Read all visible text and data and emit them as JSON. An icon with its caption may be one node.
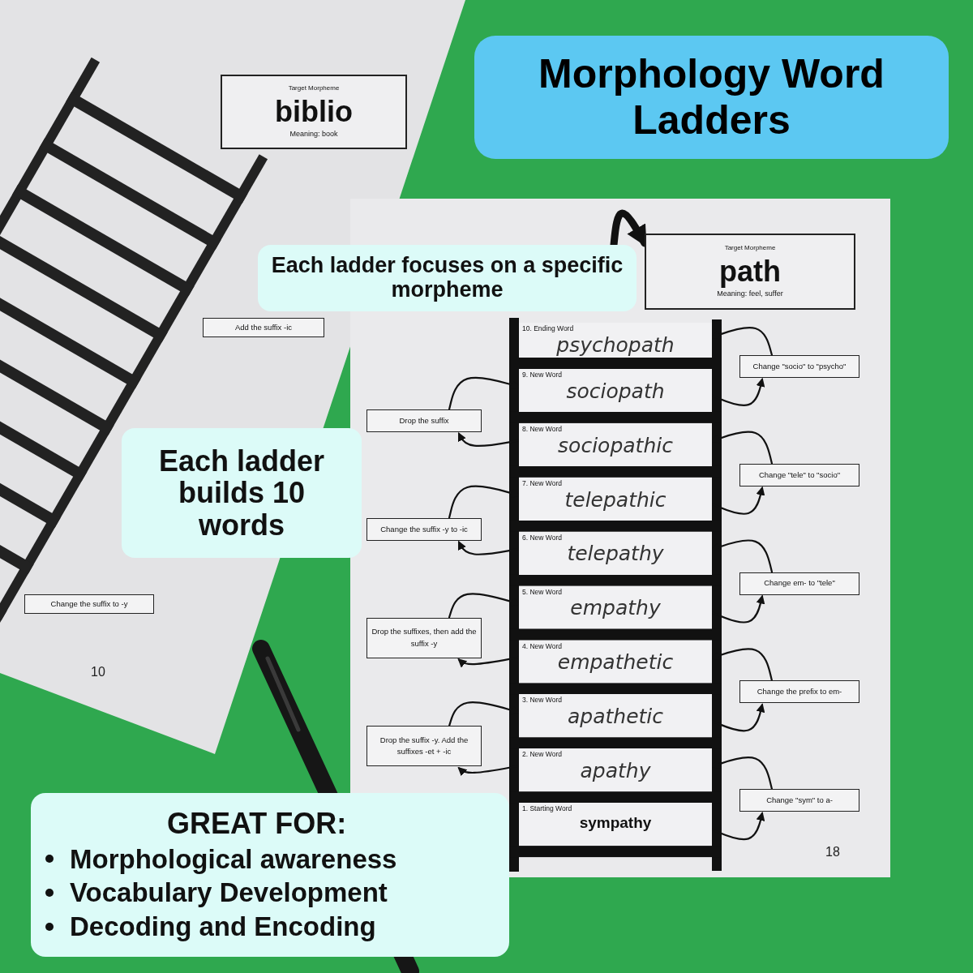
{
  "diagram": {
    "title": "Morphology Word Ladders",
    "nodes": [
      {
        "text": [
          "Each ladder focuses on a specific morpheme"
        ]
      },
      {
        "text": [
          "Target Morpheme",
          "path",
          "Meaning: feel, suffer"
        ]
      },
      {
        "text": [
          "Each ladder builds 10 words"
        ]
      },
      {
        "text": [
          "GREAT FOR:",
          "Morphological awareness",
          "Vocabulary Development",
          "Decoding and Encoding"
        ]
      },
      {
        "text": [
          "10. Ending Word",
          "psychopath"
        ]
      },
      {
        "text": [
          "9. New Word",
          "sociopath"
        ]
      },
      {
        "text": [
          "8. New Word",
          "sociopathic"
        ]
      },
      {
        "text": [
          "7. New Word",
          "telepathic"
        ]
      },
      {
        "text": [
          "6. New Word",
          "telepathy"
        ]
      },
      {
        "text": [
          "5. New Word",
          "empathy"
        ]
      },
      {
        "text": [
          "4. New Word",
          "empathetic"
        ]
      },
      {
        "text": [
          "3. New Word",
          "apathetic"
        ]
      },
      {
        "text": [
          "2. New Word",
          "apathy"
        ]
      },
      {
        "text": [
          "1. Starting Word",
          "sympathy"
        ]
      },
      {
        "text": [
          "Change \"socio\" to \"psycho\""
        ]
      },
      {
        "text": [
          "Drop the suffix"
        ]
      },
      {
        "text": [
          "Change \"tele\" to \"socio\""
        ]
      },
      {
        "text": [
          "Change the suffix -y to -ic"
        ]
      },
      {
        "text": [
          "Change em- to \"tele\""
        ]
      },
      {
        "text": [
          "Drop the suffixes, then add the suffix -y"
        ]
      },
      {
        "text": [
          "Change the prefix to em-"
        ]
      },
      {
        "text": [
          "Drop the suffix -y. Add the suffixes -et + -ic"
        ]
      },
      {
        "text": [
          "Change \"sym\" to a-"
        ]
      },
      {
        "text": [
          "Target Morpheme",
          "biblio",
          "Meaning: book"
        ]
      },
      {
        "text": [
          "Add the suffix -ic"
        ]
      },
      {
        "text": [
          "Change the suffix to -y"
        ]
      }
    ],
    "edges": [
      {
        "from": 0,
        "to": 1,
        "arrow": "to",
        "style": "thick"
      },
      {
        "from": 13,
        "to": 22,
        "arrow": "to"
      },
      {
        "from": 22,
        "to": 12,
        "arrow": "to"
      },
      {
        "from": 12,
        "to": 21,
        "arrow": "to"
      },
      {
        "from": 21,
        "to": 11,
        "arrow": "to"
      },
      {
        "from": 11,
        "to": 20,
        "arrow": "to"
      },
      {
        "from": 20,
        "to": 10,
        "arrow": "to"
      },
      {
        "from": 10,
        "to": 19,
        "arrow": "to"
      },
      {
        "from": 19,
        "to": 9,
        "arrow": "to"
      },
      {
        "from": 9,
        "to": 18,
        "arrow": "to"
      },
      {
        "from": 18,
        "to": 8,
        "arrow": "to"
      },
      {
        "from": 8,
        "to": 17,
        "arrow": "to"
      },
      {
        "from": 17,
        "to": 7,
        "arrow": "to"
      },
      {
        "from": 7,
        "to": 16,
        "arrow": "to"
      },
      {
        "from": 16,
        "to": 6,
        "arrow": "to"
      },
      {
        "from": 6,
        "to": 15,
        "arrow": "to"
      },
      {
        "from": 15,
        "to": 5,
        "arrow": "to"
      },
      {
        "from": 5,
        "to": 14,
        "arrow": "to"
      },
      {
        "from": 14,
        "to": 4,
        "arrow": "to"
      }
    ],
    "labels": [
      "18",
      "10"
    ]
  }
}
